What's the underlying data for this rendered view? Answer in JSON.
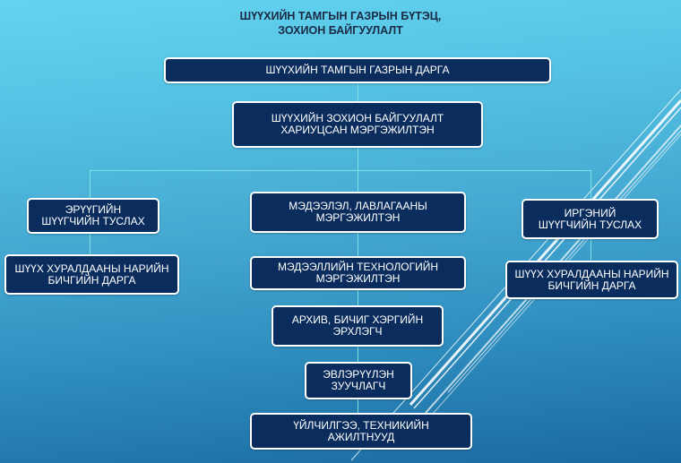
{
  "title": {
    "line1": "ШҮҮХИЙН ТАМГЫН ГАЗРЫН БҮТЭЦ,",
    "line2": "ЗОХИОН БАЙГУУЛАЛТ"
  },
  "colors": {
    "box_fill": "#0b2d5e",
    "box_border": "#ffffff",
    "connector": "#7fe0e6",
    "title_text": "#1b2a44"
  },
  "nodes": {
    "head": {
      "lines": [
        "ШҮҮХИЙН ТАМГЫН ГАЗРЫН ДАРГА"
      ]
    },
    "org_specialist": {
      "lines": [
        "ШҮҮХИЙН ЗОХИОН БАЙГУУЛАЛТ",
        "ХАРИУЦСАН МЭРГЭЖИЛТЭН"
      ]
    },
    "criminal_judge_assistant": {
      "lines": [
        "ЭРҮҮГИЙН",
        "ШҮҮГЧИЙН ТУСЛАХ"
      ]
    },
    "criminal_hearing_secretary": {
      "lines": [
        "ШҮҮХ ХУРАЛДААНЫ НАРИЙН",
        "БИЧГИЙН ДАРГА"
      ]
    },
    "info_reference_specialist": {
      "lines": [
        "МЭДЭЭЛЭЛ, ЛАВЛАГААНЫ",
        "МЭРГЭЖИЛТЭН"
      ]
    },
    "it_specialist": {
      "lines": [
        "МЭДЭЭЛЛИЙН ТЕХНОЛОГИЙН",
        "МЭРГЭЖИЛТЭН"
      ]
    },
    "archive_clerk": {
      "lines": [
        "АРХИВ, БИЧИГ ХЭРГИЙН",
        "ЭРХЛЭГЧ"
      ]
    },
    "receptionist": {
      "lines": [
        "ЭВЛЭРҮҮЛЭН",
        "ЗУУЧЛАГЧ"
      ]
    },
    "service_staff": {
      "lines": [
        "ҮЙЛЧИЛГЭЭ, ТЕХНИКИЙН",
        "АЖИЛТНУУД"
      ]
    },
    "civil_judge_assistant": {
      "lines": [
        "ИРГЭНИЙ",
        "ШҮҮГЧИЙН ТУСЛАХ"
      ]
    },
    "civil_hearing_secretary": {
      "lines": [
        "ШҮҮХ ХУРАЛДААНЫ НАРИЙН",
        "БИЧГИЙН ДАРГА"
      ]
    }
  }
}
